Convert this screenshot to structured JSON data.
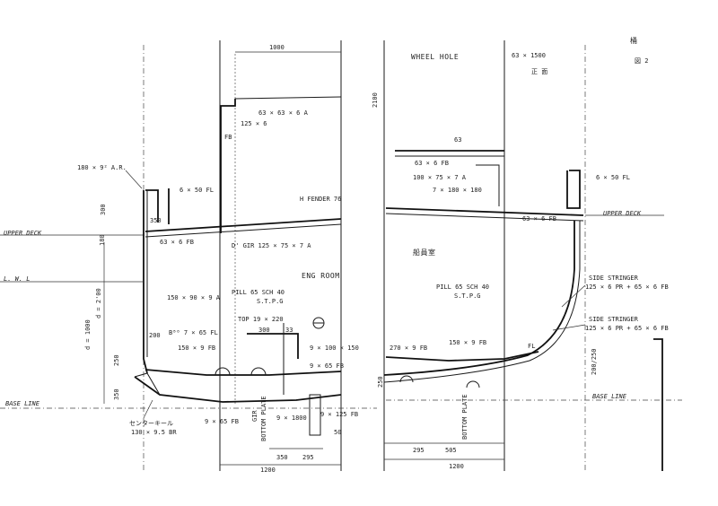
{
  "sheet_mark": {
    "top": "桶",
    "sub": "図 2"
  },
  "left_section": {
    "dim_top": "1000",
    "lbl_63_65": "63 × 63 × 6 A",
    "lbl_125_6": "125 × 6",
    "lbl_fb": "FB",
    "lbl_180_9": "180 × 9² A.R.",
    "lbl_6_50fl": "6 × 50 FL",
    "lbl_fender": "H FENDER 76",
    "dim_300": "300",
    "dim_350": "350",
    "lbl_upper_deck": "UPPER DECK",
    "dim_180": "180",
    "lbl_63_6fb": "63 × 6 FB",
    "lbl_dgir": "D' GIR 125 × 75 × 7 A",
    "lbl_lwl": "L. W. L",
    "lbl_dim_d": "d = 2'00",
    "lbl_dim_d2": "d = 1000",
    "lbl_150_90": "150 × 90 × 9 A",
    "lbl_pill": "PILL 65 SCH 40",
    "lbl_pill_sub": "S.T.P.G",
    "lbl_eng_room": "ENG ROOM",
    "lbl_top": "TOP 19 × 220",
    "dim_300b": "300",
    "dim_33": "33",
    "dim_200": "200",
    "lbl_bkt": "B⁸⁰ 7 × 65 FL",
    "lbl_150_9fb": "150 × 9 FB",
    "lbl_100_150": "9 × 100 × 150",
    "lbl_9_65fb": "9 × 65 FB",
    "dim_250": "250",
    "dim_350b": "350",
    "lbl_base_line": "BASE LINE",
    "lbl_keel": "センターキール",
    "lbl_keel_sz": "130 × 9.5 BR",
    "lbl_9_65fb_b": "9 × 65 FB",
    "lbl_9_1800": "9 × 1800",
    "lbl_9_125": "9 × 125 FB",
    "dim_50": "50",
    "dim_350c": "350",
    "dim_295": "295",
    "dim_1200": "1200",
    "lbl_bottom": "BOTTOM PLATE",
    "lbl_gir": "GIR"
  },
  "right_section": {
    "lbl_wheel_hole": "WHEEL HOLE",
    "lbl_63_1500": "63 × 1500",
    "lbl_right_sym": "正 面",
    "dim_2100": "2100",
    "dim_63": "63",
    "lbl_63_6fb": "63 × 6 FB",
    "lbl_100_75": "100 × 75 × 7 A",
    "lbl_7_180": "7 × 180 × 180",
    "lbl_6_50fl": "6 × 50 FL",
    "lbl_63_6fb_b": "63 × 6 FB",
    "lbl_upper_deck": "UPPER DECK",
    "lbl_room_jp": "船員室",
    "lbl_pill": "PILL 65 SCH 40",
    "lbl_pill_sub": "S.T.P.G",
    "lbl_side_str1": "SIDE STRINGER",
    "lbl_side_str1_sz": "125 × 6 PR + 65 × 6 FB",
    "lbl_side_str2": "SIDE STRINGER",
    "lbl_side_str2_sz": "125 × 6 PR + 65 × 6 FB",
    "lbl_270": "270 × 9 FB",
    "lbl_150_9": "150 × 9 FB",
    "lbl_fl": "FL",
    "dim_200_250": "200/250",
    "dim_250": "250",
    "lbl_base_line": "BASE LINE",
    "dim_295": "295",
    "dim_505": "505",
    "dim_1200": "1200",
    "lbl_bottom": "BOTTOM PLATE"
  }
}
